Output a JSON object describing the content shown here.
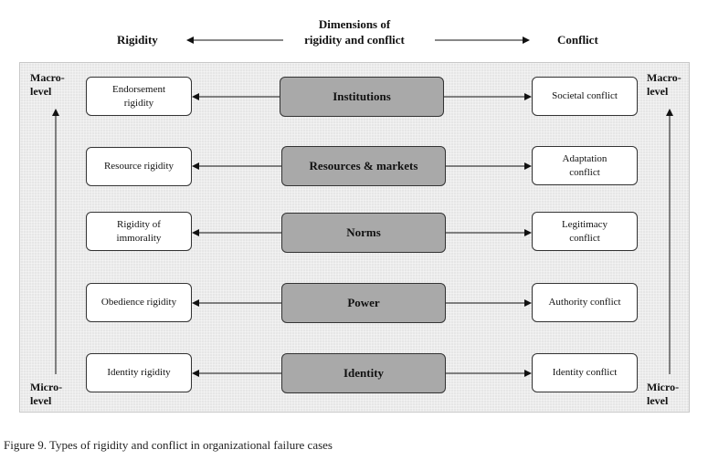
{
  "header": {
    "left_label": "Rigidity",
    "center_label_line1": "Dimensions of",
    "center_label_line2": "rigidity and conflict",
    "right_label": "Conflict"
  },
  "levels": {
    "left_top": [
      "Macro-",
      "level"
    ],
    "left_bottom": [
      "Micro-",
      "level"
    ],
    "right_top": [
      "Macro-",
      "level"
    ],
    "right_bottom": [
      "Micro-",
      "level"
    ]
  },
  "rows": [
    {
      "dimension": "Institutions",
      "rigidity": [
        "Endorsement",
        "rigidity"
      ],
      "conflict": [
        "Societal conflict"
      ]
    },
    {
      "dimension": "Resources & markets",
      "rigidity": [
        "Resource rigidity"
      ],
      "conflict": [
        "Adaptation",
        "conflict"
      ]
    },
    {
      "dimension": "Norms",
      "rigidity": [
        "Rigidity of",
        "immorality"
      ],
      "conflict": [
        "Legitimacy",
        "conflict"
      ]
    },
    {
      "dimension": "Power",
      "rigidity": [
        "Obedience rigidity"
      ],
      "conflict": [
        "Authority conflict"
      ]
    },
    {
      "dimension": "Identity",
      "rigidity": [
        "Identity rigidity"
      ],
      "conflict": [
        "Identity conflict"
      ]
    }
  ],
  "caption": "Figure 9. Types of rigidity and conflict in organizational failure cases",
  "colors": {
    "center_box": "#a9a9a9",
    "panel": "#e6e6e6"
  }
}
